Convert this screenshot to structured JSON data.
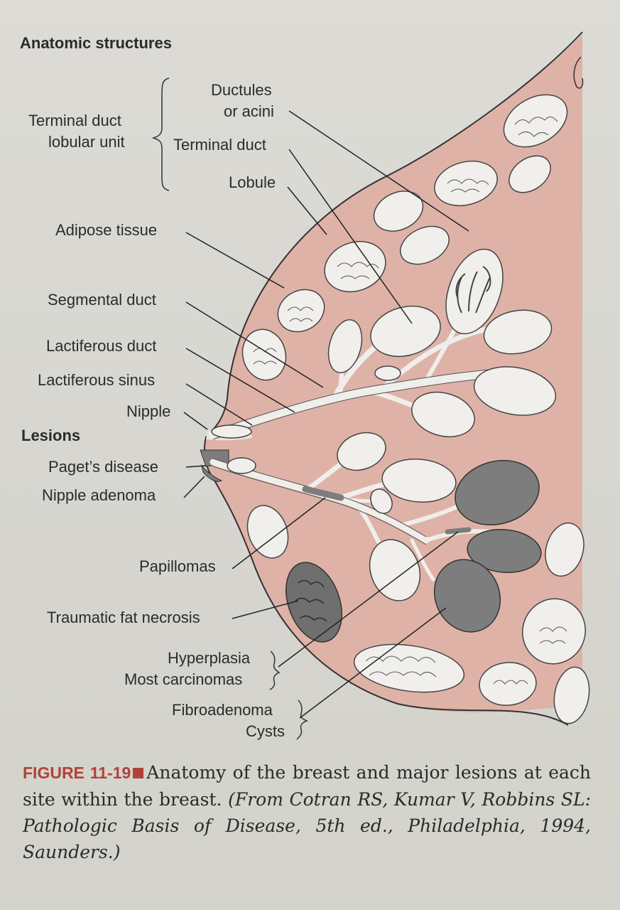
{
  "headings": {
    "anatomic": "Anatomic structures",
    "lesions": "Lesions"
  },
  "anatomy_labels": {
    "ductules_1": "Ductules",
    "ductules_2": "or acini",
    "tdlu_1": "Terminal duct",
    "tdlu_2": "lobular unit",
    "terminal_duct": "Terminal duct",
    "lobule": "Lobule",
    "adipose": "Adipose tissue",
    "segmental": "Segmental duct",
    "lactiferous_duct": "Lactiferous duct",
    "lactiferous_sinus": "Lactiferous sinus",
    "nipple": "Nipple"
  },
  "lesion_labels": {
    "paget": "Paget’s disease",
    "nipple_adenoma": "Nipple adenoma",
    "papillomas": "Papillomas",
    "fat_necrosis": "Traumatic fat necrosis",
    "hyperplasia": "Hyperplasia",
    "carcinomas": "Most carcinomas",
    "fibroadenoma": "Fibroadenoma",
    "cysts": "Cysts"
  },
  "caption": {
    "figure_label": "FIGURE 11-19",
    "text": "Anatomy of the breast and major lesions at each site within the breast.",
    "citation": "(From Cotran RS, Kumar V, Robbins SL: Pathologic Basis of Disease, 5th ed., Philadelphia, 1994, Saunders.)"
  },
  "colors": {
    "tissue": "#dfb2a8",
    "lesion_gray": "#7d7d7d",
    "caption_red": "#b0423a"
  }
}
